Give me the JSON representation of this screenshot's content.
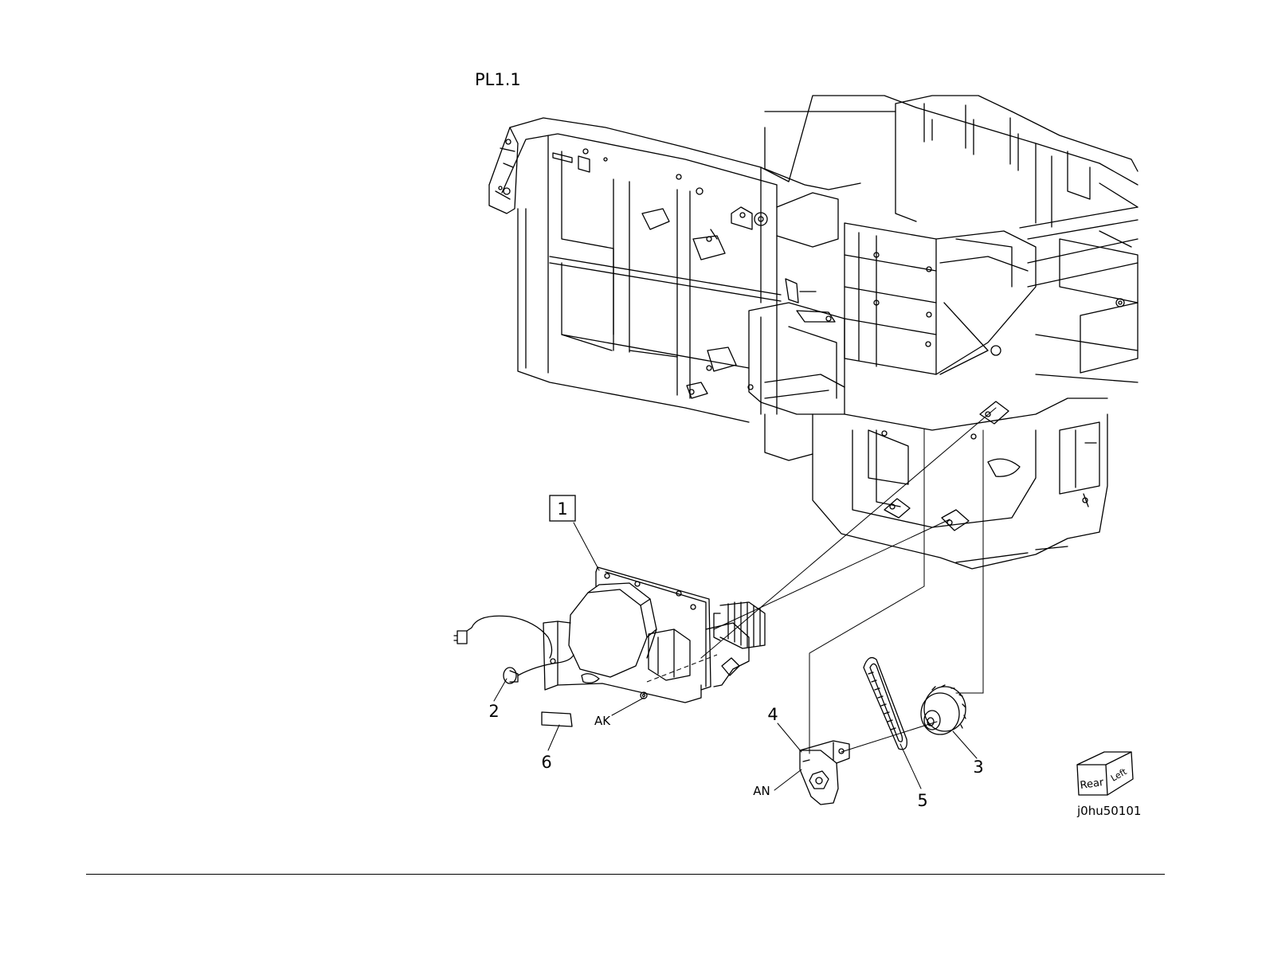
{
  "page": {
    "title": "PL1.1",
    "figure_id": "j0hu50101"
  },
  "callouts": [
    {
      "id": "1",
      "label": "1",
      "boxed": true
    },
    {
      "id": "2",
      "label": "2"
    },
    {
      "id": "3",
      "label": "3"
    },
    {
      "id": "4",
      "label": "4"
    },
    {
      "id": "5",
      "label": "5"
    },
    {
      "id": "6",
      "label": "6"
    }
  ],
  "reference_marks": [
    {
      "id": "ak",
      "label": "AK"
    },
    {
      "id": "an",
      "label": "AN"
    }
  ],
  "orientation_cube": {
    "face_a": "Rear",
    "face_b": "Left"
  }
}
